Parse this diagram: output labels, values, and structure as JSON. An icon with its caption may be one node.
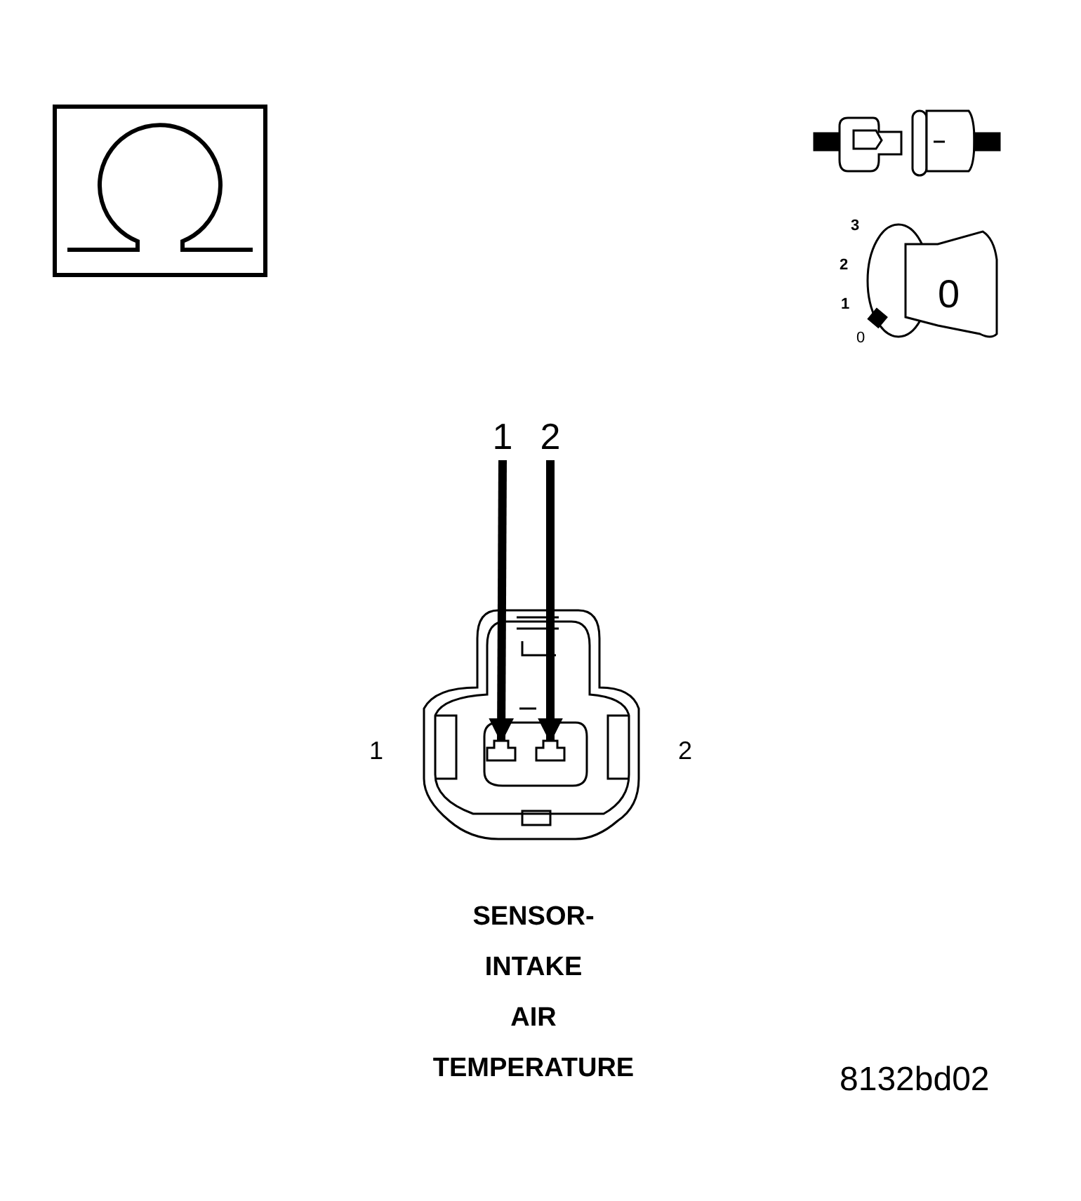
{
  "diagram": {
    "nodes": [
      {
        "text": [
          "1"
        ]
      },
      {
        "text": [
          "2"
        ]
      },
      {
        "text": [],
        "shape": "box"
      },
      {
        "text": [],
        "shape": "box"
      }
    ],
    "edges": [
      {
        "from": 0,
        "to": 2,
        "arrow": "to"
      },
      {
        "from": 1,
        "to": 3,
        "arrow": "to"
      }
    ],
    "labels": [
      "3",
      "2",
      "1",
      "0",
      "0",
      "1",
      "2",
      "SENSOR- INTAKE AIR TEMPERATURE",
      "8132bd02"
    ]
  }
}
